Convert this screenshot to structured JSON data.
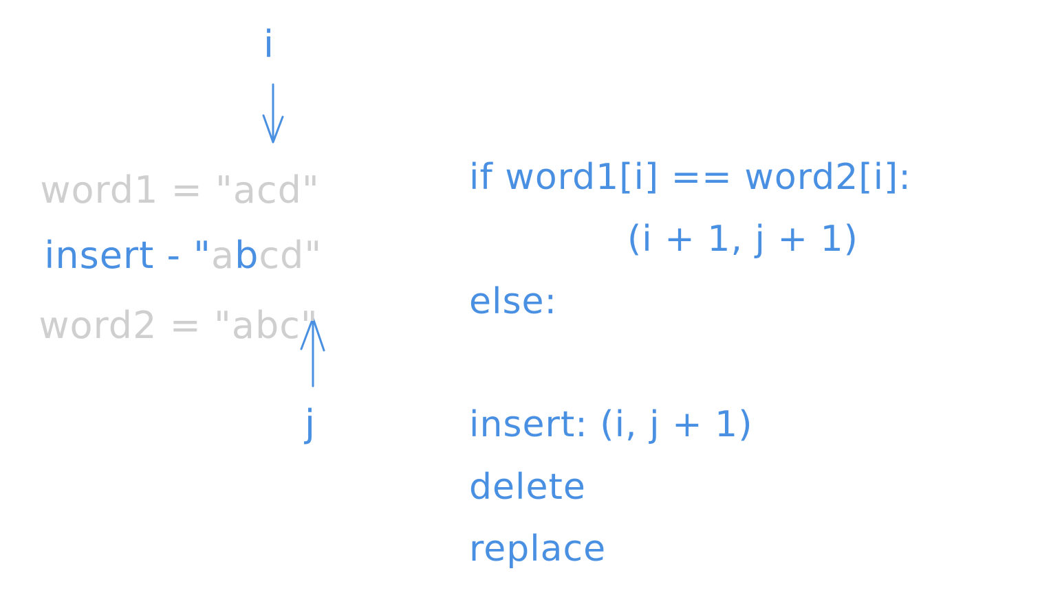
{
  "colors": {
    "gray": "#cfcfcf",
    "blue": "#4a90e2",
    "background": "#ffffff"
  },
  "left": {
    "pointer_i": "i",
    "pointer_j": "j",
    "word1": {
      "prefix": "word1 = \"",
      "value": "acd",
      "suffix": "\""
    },
    "insert": {
      "label": "insert - \"",
      "a": "a",
      "b": "b",
      "rest": "cd",
      "suffix": "\""
    },
    "word2": {
      "prefix": "word2 = \"",
      "value": "abc",
      "suffix": "\""
    }
  },
  "right": {
    "if_line": "if word1[i] == word2[i]:",
    "if_result": "(i + 1, j + 1)",
    "else_line": "else:",
    "insert_line": "insert: (i, j + 1)",
    "delete_line": "delete",
    "replace_line": "replace"
  }
}
